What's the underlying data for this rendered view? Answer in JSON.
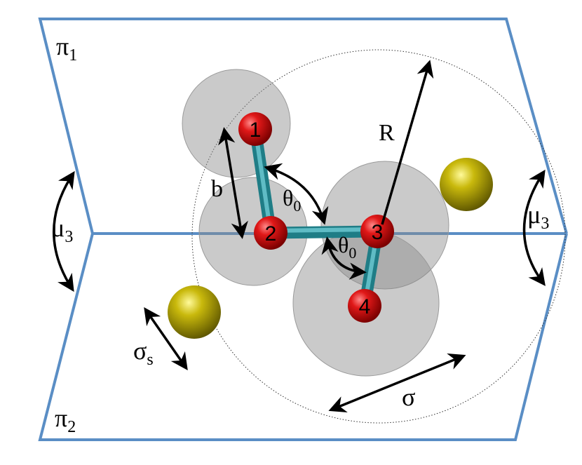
{
  "labels": {
    "plane_top": "π",
    "plane_top_sub": "1",
    "plane_bottom": "π",
    "plane_bottom_sub": "2",
    "angle_left": "μ",
    "angle_left_sub": "3",
    "angle_right": "μ",
    "angle_right_sub": "3",
    "bond_length": "b",
    "bond_angle_upper": "θ",
    "bond_angle_upper_sub": "0",
    "bond_angle_lower": "θ",
    "bond_angle_lower_sub": "0",
    "radius": "R",
    "solvent_diameter": "σ",
    "solvent_diameter_sub": "s",
    "bead_diameter": "σ"
  },
  "beads": [
    "1",
    "2",
    "3",
    "4"
  ],
  "colors": {
    "plane": "#5a8ec5",
    "bead": "#c81010",
    "bond": "#2f9ea8",
    "solvent": "#b5a80a",
    "shell": "#8a8a8a"
  }
}
